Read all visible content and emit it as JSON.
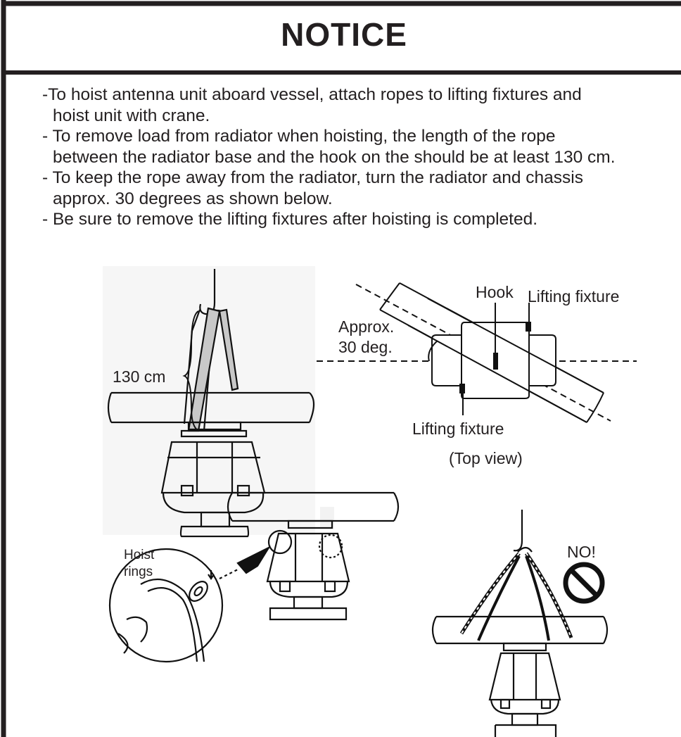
{
  "notice": {
    "title": "NOTICE",
    "items": [
      {
        "line1": "-To hoist antenna unit aboard vessel, attach ropes to lifting fixtures and",
        "line2": "hoist unit with crane."
      },
      {
        "line1": "- To remove load from radiator when hoisting, the length of the rope",
        "line2": "between the radiator base and the hook on the should be at least 130 cm."
      },
      {
        "line1": "- To keep the rope away from the radiator, turn the radiator and chassis",
        "line2": "approx. 30 degrees as shown below."
      },
      {
        "line1": "- Be sure to remove the lifting fixtures after hoisting is completed.",
        "line2": ""
      }
    ]
  },
  "figures": {
    "side_view": {
      "length_label": "130 cm"
    },
    "top_view": {
      "hook_label": "Hook",
      "fixture_label_top": "Lifting fixture",
      "angle_label_1": "Approx.",
      "angle_label_2": "30 deg.",
      "fixture_label_bottom": "Lifting fixture",
      "caption": "(Top view)"
    },
    "rings_view": {
      "label_line1": "Hoist",
      "label_line2": "rings"
    },
    "wrong_view": {
      "label": "NO!",
      "icon": "prohibited-icon"
    }
  }
}
